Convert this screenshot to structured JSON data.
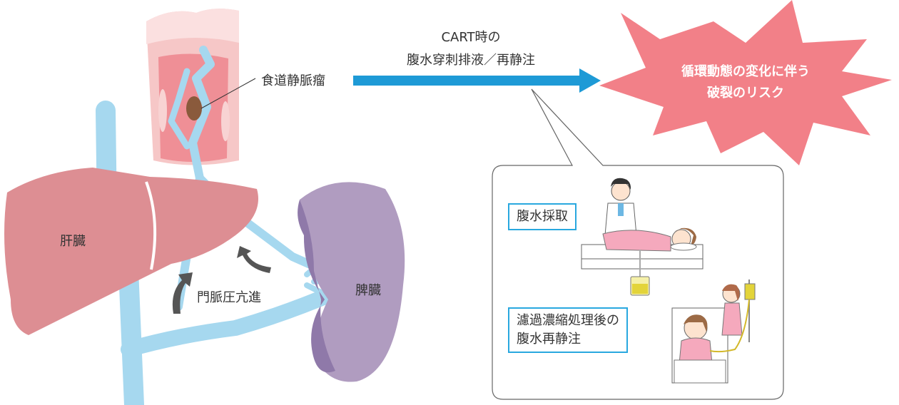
{
  "labels": {
    "varices": "食道静脈瘤",
    "liver": "肝臓",
    "spleen": "脾臓",
    "portal_hypertension": "門脈圧亢進",
    "procedure_line1": "CART時の",
    "procedure_line2": "腹水穿刺排液／再静注",
    "risk_line1": "循環動態の変化に伴う",
    "risk_line2": "破裂のリスク",
    "ascites_collection": "腹水採取",
    "reinfusion_line1": "濾過濃縮処理後の",
    "reinfusion_line2": "腹水再静注"
  },
  "colors": {
    "liver": "#dd8e93",
    "spleen": "#b09cc0",
    "vein": "#a6d8ef",
    "esophagus": "#f4b6b8",
    "arrow": "#1e9ad6",
    "burst": "#f28088",
    "label_border": "#29a8df"
  }
}
